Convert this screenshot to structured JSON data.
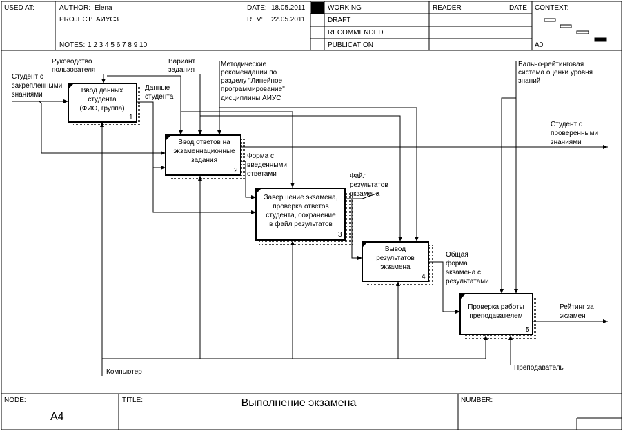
{
  "header": {
    "used_at": "USED AT:",
    "author_label": "AUTHOR:",
    "author": "Elena",
    "project_label": "PROJECT:",
    "project": "АИУС3",
    "date_label": "DATE:",
    "date": "18.05.2011",
    "rev_label": "REV:",
    "rev": "22.05.2011",
    "notes_label": "NOTES:",
    "notes": "1  2  3  4  5  6  7  8  9  10",
    "status": [
      "WORKING",
      "DRAFT",
      "RECOMMENDED",
      "PUBLICATION"
    ],
    "reader": "READER",
    "reader_date": "DATE",
    "context": "CONTEXT:",
    "context_node": "A0"
  },
  "footer": {
    "node_label": "NODE:",
    "node": "A4",
    "title_label": "TITLE:",
    "title": "Выполнение  экзамена",
    "number_label": "NUMBER:"
  },
  "boxes": [
    {
      "lines": [
        "Ввод данных",
        "студента",
        "(ФИО, группа)"
      ],
      "num": "1"
    },
    {
      "lines": [
        "Ввод ответов на",
        "экзаменнационные",
        "задания"
      ],
      "num": "2"
    },
    {
      "lines": [
        "Завершение экзамена,",
        "проверка ответов",
        "студента, сохранение",
        "в файл результатов"
      ],
      "num": "3"
    },
    {
      "lines": [
        "Вывод",
        "результатов",
        "экзамена"
      ],
      "num": "4"
    },
    {
      "lines": [
        "Проверка работы",
        "преподавателем"
      ],
      "num": "5"
    }
  ],
  "arrows": {
    "student_in": [
      "Студент с",
      "закреплёнными",
      "знаниями"
    ],
    "rukovodstvo": [
      "Руководство",
      "пользователя"
    ],
    "variant": [
      "Вариант",
      "задания"
    ],
    "metod": [
      "Методические",
      "рекомендации по",
      "разделу \"Линейное",
      "программирование\"",
      "дисциплины АИУС"
    ],
    "ball": [
      "Бально-рейтинговая",
      "система оценки уровня",
      "знаний"
    ],
    "student_out": [
      "Студент с",
      "проверенными",
      "знаниями"
    ],
    "dannye": [
      "Данные",
      "студента"
    ],
    "forma": [
      "Форма с",
      "введенными",
      "ответами"
    ],
    "fail": [
      "Файл",
      "результатов",
      "экзамена"
    ],
    "obshaya": [
      "Общая",
      "форма",
      "экзамена с",
      "результатами"
    ],
    "reiting": [
      "Рейтинг за",
      "экзамен"
    ],
    "komputer": "Компьютер",
    "prepod": "Преподаватель"
  }
}
